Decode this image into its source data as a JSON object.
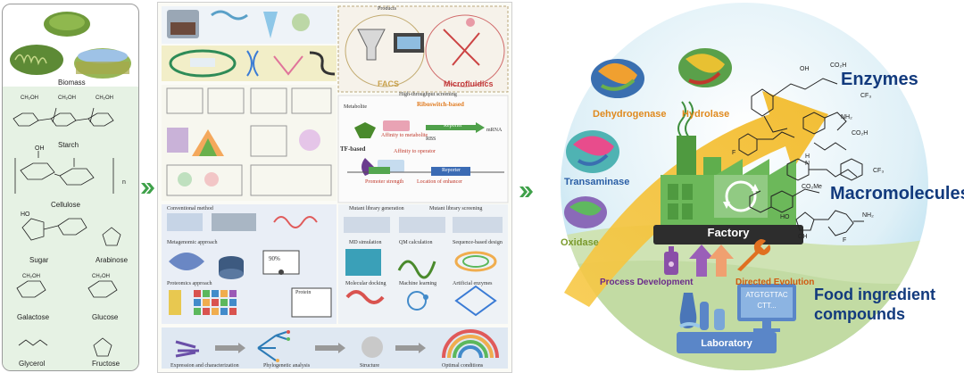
{
  "panel1": {
    "labels": {
      "biomass": "Biomass",
      "starch": "Starch",
      "cellulose": "Cellulose",
      "sugar": "Sugar",
      "arabinose": "Arabinose",
      "galactose": "Galactose",
      "glucose": "Glucose",
      "glycerol": "Glycerol",
      "fructose": "Fructose",
      "n_sub": "n",
      "ch2oh": "CH₂OH",
      "oh": "OH",
      "ho": "HO"
    }
  },
  "panel2": {
    "labels": {
      "products": "Products",
      "facs": "FACS",
      "microfluidics": "Microfluidics",
      "high_throughput": "High-throughput screening",
      "riboswitch": "Riboswitch-based",
      "tf_based": "TF-based",
      "mrna": "mRNA",
      "reporter": "Reporter",
      "affinity_metabolite": "Affinity to metabolite",
      "affinity_operator": "Affinity to operator",
      "promoter_strength": "Promoter strength",
      "location_enhancer": "Location of enhancer",
      "metabolite": "Metabolite",
      "rbs": "RBS",
      "conventional": "Conventional method",
      "metagenomic": "Metagenomic approach",
      "proteomics": "Proteomics approach",
      "md_simulation": "MD simulation",
      "qm_calculation": "QM calculation",
      "sequence_design": "Sequence-based design",
      "molecular_docking": "Molecular docking",
      "machine_learning": "Machine learning",
      "artificial_enzymes": "Artificial enzymes",
      "mutant_library": "Mutant library generation",
      "mutant_screening": "Mutant library screening",
      "expression": "Expression and characterization",
      "phylogenetic": "Phylogenetic analysis",
      "structure": "Structure",
      "optimal": "Optimal conditions",
      "percent_90": "90%",
      "protein": "Protein"
    }
  },
  "panel3": {
    "enzymes": [
      "Dehydrogenase",
      "Hydrolase",
      "Transaminase",
      "Oxidase"
    ],
    "factory": "Factory",
    "process_development": "Process Development",
    "directed_evolution": "Directed Evolution",
    "laboratory": "Laboratory",
    "dna_text_1": "ATGTGTTAC",
    "dna_text_2": "CTT...",
    "categories": [
      "Enzymes",
      "Macromolecules",
      "Food ingredient",
      "compounds"
    ],
    "chem": {
      "co2h": "CO₂H",
      "nh2": "NH₂",
      "cf3": "CF₃",
      "co2me": "CO₂Me",
      "ho": "HO",
      "oh": "OH",
      "h": "H",
      "n": "N",
      "f": "F"
    },
    "colors": {
      "enzyme_orange": "#e08a1e",
      "transaminase_blue": "#2b5fa6",
      "oxidase_green": "#7a9a2c",
      "factory_green": "#5fa84a",
      "heading_navy": "#123a7d"
    }
  }
}
